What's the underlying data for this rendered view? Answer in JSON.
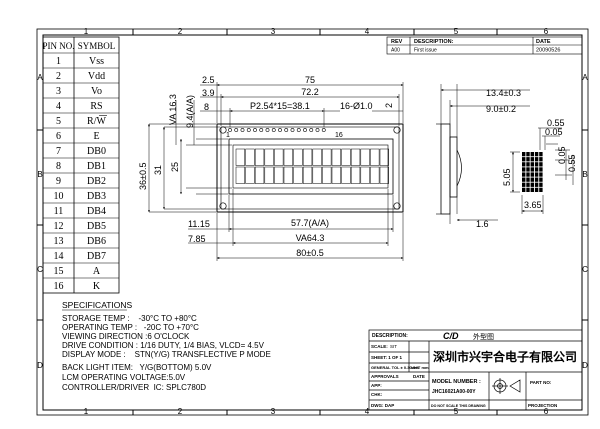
{
  "frame": {
    "col_numbers": [
      "1",
      "2",
      "3",
      "4",
      "5",
      "6"
    ],
    "row_letters": [
      "A",
      "B",
      "C",
      "D"
    ]
  },
  "pin_table": {
    "header_pin": "PIN NO.",
    "header_symbol": "SYMBOL",
    "rows": [
      {
        "pin": "1",
        "symbol": "Vss"
      },
      {
        "pin": "2",
        "symbol": "Vdd"
      },
      {
        "pin": "3",
        "symbol": "Vo"
      },
      {
        "pin": "4",
        "symbol": "RS"
      },
      {
        "pin": "5",
        "symbol": "R/W"
      },
      {
        "pin": "6",
        "symbol": "E"
      },
      {
        "pin": "7",
        "symbol": "DB0"
      },
      {
        "pin": "8",
        "symbol": "DB1"
      },
      {
        "pin": "9",
        "symbol": "DB2"
      },
      {
        "pin": "10",
        "symbol": "DB3"
      },
      {
        "pin": "11",
        "symbol": "DB4"
      },
      {
        "pin": "12",
        "symbol": "DB5"
      },
      {
        "pin": "13",
        "symbol": "DB6"
      },
      {
        "pin": "14",
        "symbol": "DB7"
      },
      {
        "pin": "15",
        "symbol": "A"
      },
      {
        "pin": "16",
        "symbol": "K"
      }
    ]
  },
  "revision": {
    "h_rev": "REV",
    "h_desc": "DESCRIPTION:",
    "h_date": "DATE",
    "rev": "A00",
    "desc": "First issue",
    "date": "20090526"
  },
  "front_view": {
    "dims": {
      "d2_5": "2.5",
      "d3_9": "3.9",
      "d8": "8",
      "d75": "75",
      "d72_2": "72.2",
      "pitch": "P2.54*15=38.1",
      "hole": "16-Ø1.0",
      "d2": "2",
      "pin1": "1",
      "pin16": "16",
      "va16_3": "VA 16.3",
      "d9_4": "9.4(A/A)",
      "d36": "36±0.5",
      "d31": "31",
      "d25": "25",
      "d11_15": "11.15",
      "d7_85": "7.85",
      "d57_7": "57.7(A/A)",
      "va64_3": "VA64.3",
      "d80": "80±0.5"
    }
  },
  "side_view": {
    "dims": {
      "d13_4": "13.4±0.3",
      "d9_0": "9.0±0.2",
      "d1_6": "1.6"
    }
  },
  "char_detail": {
    "dims": {
      "d0_55a": "0.55",
      "d0_05a": "0.05",
      "d0_05b": "0.05",
      "d0_55b": "0.55",
      "d5_05": "5.05",
      "d3_65": "3.65"
    }
  },
  "specs": {
    "title": "SPECIFICATIONS",
    "lines": [
      "STORAGE TEMP :    -30°C TO +80°C",
      "OPERATING TEMP :   -20C TO +70°C",
      "VIEWING DIRECTION :6 O'CLOCK",
      "DRIVE CONDITION : 1/16 DUTY, 1/4 BIAS, VLCD= 4.5V",
      "DISPLAY MODE :    STN(Y/G) TRANSFLECTIVE P MODE",
      "BACK LIGHT ITEM:   Y/G(BOTTOM) 5.0V",
      "LCM OPERATING VOLTAGE:5.0V",
      "CONTROLLER/DRIVER  IC: SPLC780D"
    ]
  },
  "title_block": {
    "description_label": "DESCRIPTION:",
    "description_value": "C/D",
    "description_cn": "外型图",
    "scale_label": "SCALE:",
    "scale_value": "SIT",
    "company": "深圳市兴宇合电子有限公司",
    "sheet_label": "SHEET: 1 OF 1",
    "general_tol": "GENERAL TOL ± 0.30mm",
    "unit": "UNIT mm",
    "approvals": "APPROVALS",
    "date_label": "DATE",
    "model_label": "MODEL NUMBER :",
    "model_value": "JHC16021A00-00Y",
    "part_label": "PART NO:",
    "app": "APP:",
    "chk": "CHK:",
    "dwg": "DWG: DAP",
    "note": "DO NOT SCALE THIS DRAWING",
    "projection": "PROJECTION"
  }
}
